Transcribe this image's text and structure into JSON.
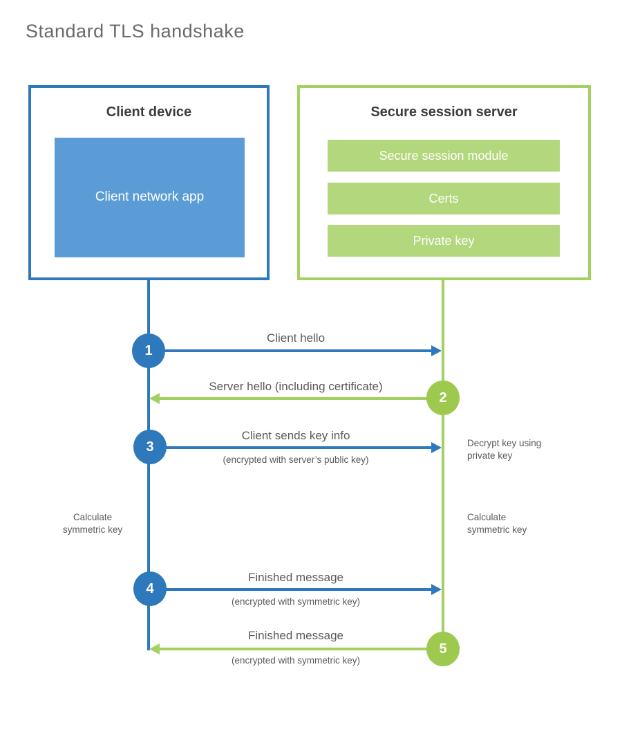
{
  "page": {
    "title": "Standard TLS handshake"
  },
  "colors": {
    "blue": "#2e78bc",
    "blue_fill": "#5b9cd6",
    "green_border": "#a4d062",
    "green_circle": "#9cc94e",
    "green_fill": "#b3d77c",
    "heading_text": "#3d3d3d",
    "label_text": "#595959"
  },
  "client": {
    "title": "Client device",
    "app_label": "Client network app"
  },
  "server": {
    "title": "Secure session server",
    "modules": {
      "0": "Secure session module",
      "1": "Certs",
      "2": "Private key"
    }
  },
  "steps": {
    "1": {
      "num": "1",
      "label": "Client hello",
      "direction": "client-to-server"
    },
    "2": {
      "num": "2",
      "label": "Server hello (including certificate)",
      "direction": "server-to-client"
    },
    "3": {
      "num": "3",
      "label": "Client sends key info",
      "sub": "(encrypted with server’s public key)",
      "direction": "client-to-server"
    },
    "4": {
      "num": "4",
      "label": "Finished message",
      "sub": "(encrypted with symmetric key)",
      "direction": "client-to-server"
    },
    "5": {
      "num": "5",
      "label": "Finished message",
      "sub": "(encrypted with symmetric key)",
      "direction": "server-to-client"
    }
  },
  "notes": {
    "decrypt": "Decrypt key using\nprivate key",
    "calc_left": "Calculate\nsymmetric key",
    "calc_right": "Calculate\nsymmetric key"
  }
}
